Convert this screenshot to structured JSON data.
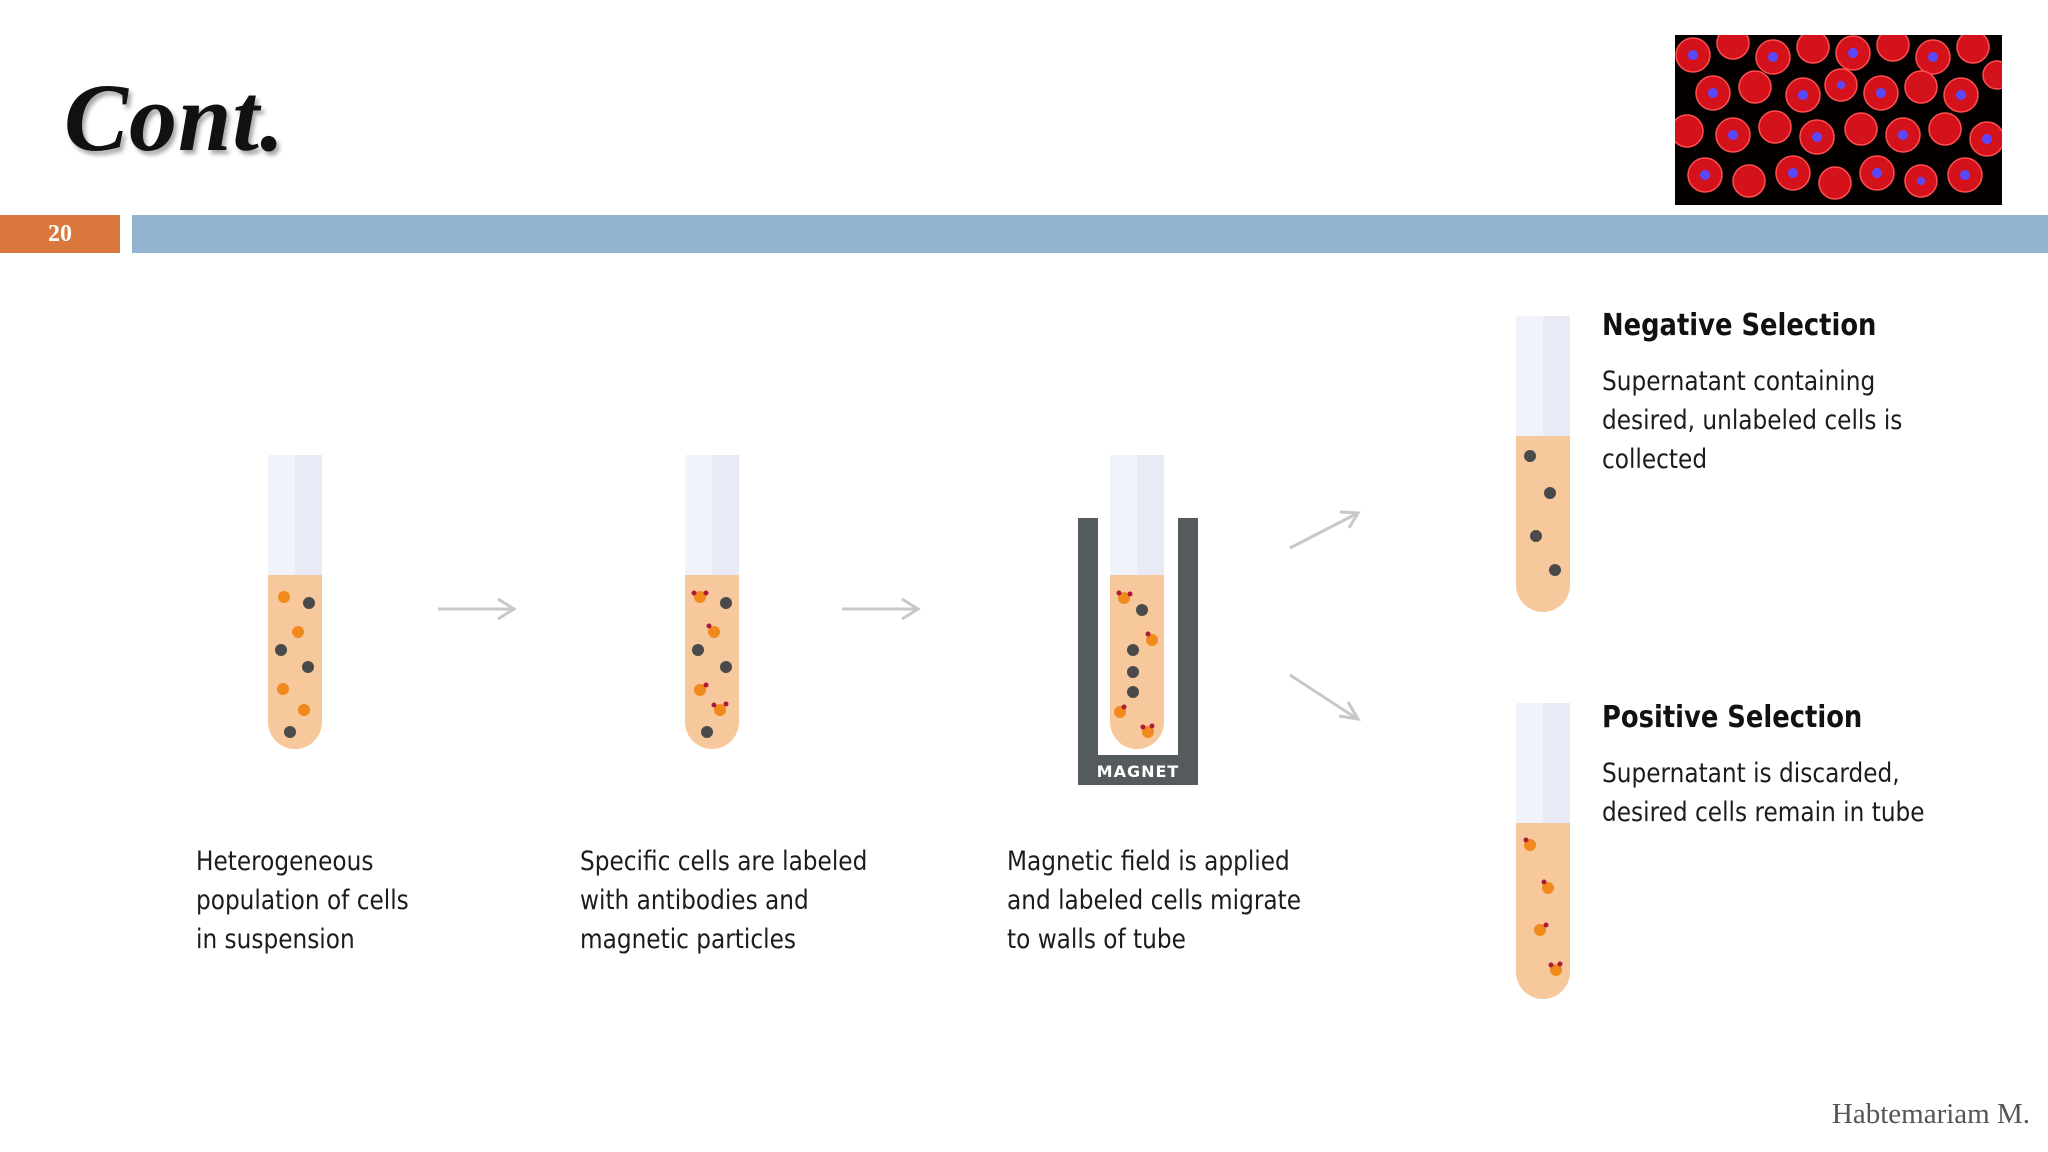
{
  "slide": {
    "title": "Cont.",
    "number": "20",
    "author": "Habtemariam M."
  },
  "steps": [
    {
      "lines": [
        "Heterogeneous",
        "population of cells",
        "in suspension"
      ]
    },
    {
      "lines": [
        "Specific cells are labeled",
        "with antibodies and",
        "magnetic particles"
      ]
    },
    {
      "lines": [
        "Magnetic field is applied",
        "and labeled cells migrate",
        "to walls of tube"
      ]
    }
  ],
  "magnet_label": "MAGNET",
  "negative": {
    "title": "Negative Selection",
    "lines": [
      "Supernatant containing",
      "desired, unlabeled cells is",
      "collected"
    ]
  },
  "positive": {
    "title": "Positive Selection",
    "lines": [
      "Supernatant is discarded,",
      "desired cells remain in tube"
    ]
  },
  "colors": {
    "slide_number_bg": "#d9773d",
    "title_rule": "#93b3d1",
    "tube_fluid": "#f7c89c",
    "tube_glass": "#e8ebf5",
    "unlabeled_cell": "#4a4a4a",
    "labeled_cell": "#f08a1c",
    "magnetic_particle": "#b01a3a",
    "magnet": "#555a5c"
  }
}
